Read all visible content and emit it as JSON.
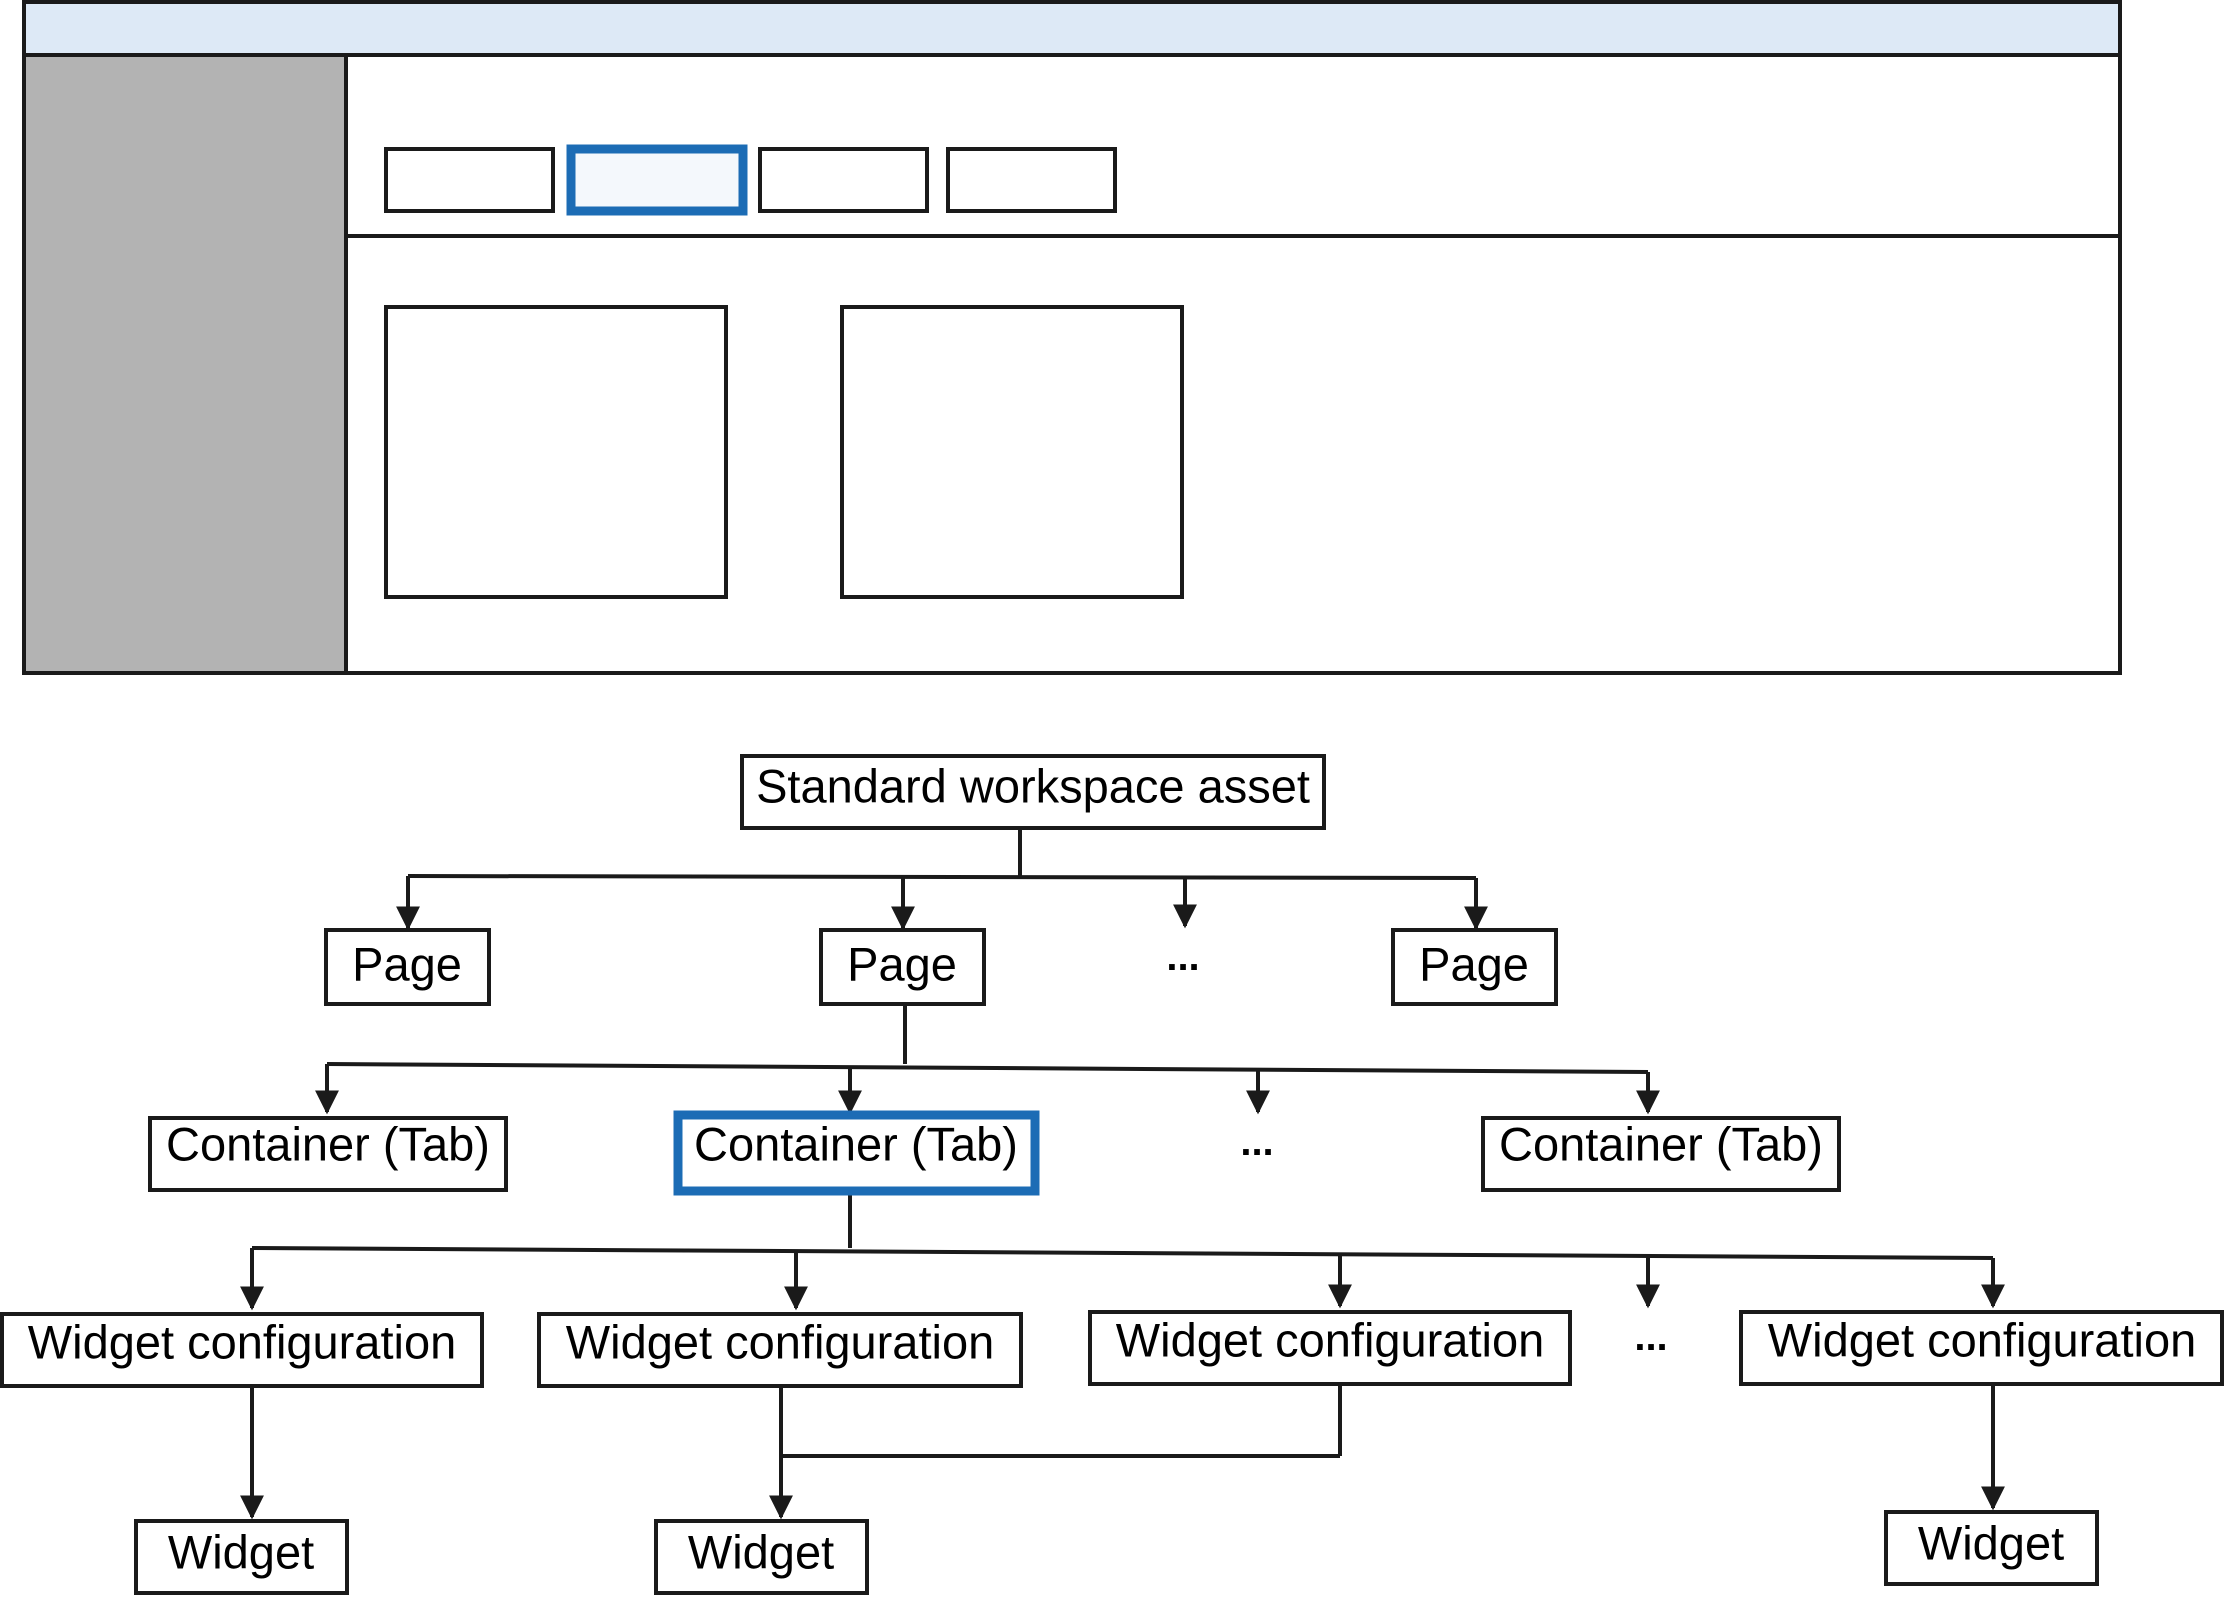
{
  "colors": {
    "accent": "#1c6cb5",
    "titlebar": "#dde9f6",
    "sidebar": "#b3b3b3",
    "line": "#1a1a1a"
  },
  "mockup": {
    "tabs_count": 4,
    "selected_tab": 2,
    "tiles_count": 2
  },
  "hierarchy": {
    "root": "Standard workspace asset",
    "page": "Page",
    "container": "Container (Tab)",
    "widget_configuration": "Widget configuration",
    "widget": "Widget",
    "ellipsis": "..."
  }
}
